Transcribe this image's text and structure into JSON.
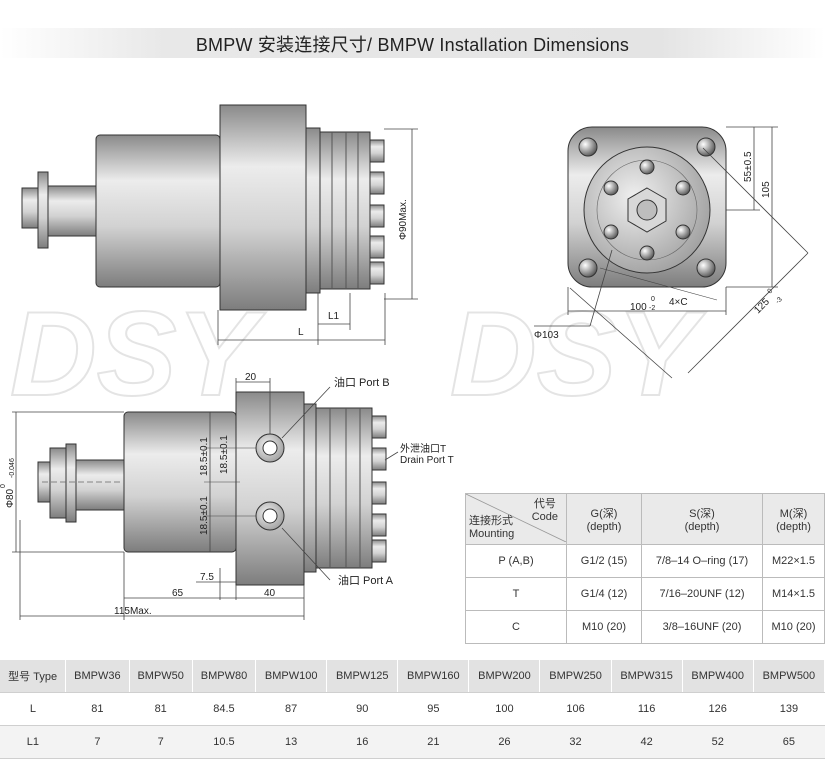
{
  "title": "BMPW 安装连接尺寸/ BMPW Installation Dimensions",
  "watermark": "DSY",
  "side_view": {
    "diameter": "Φ90Max.",
    "L": "L",
    "L1": "L1"
  },
  "front_view": {
    "dim_55": "55±0.5",
    "dim_105": "105",
    "dim_100": "100",
    "dim_100_tol_up": "0",
    "dim_100_tol_dn": "-2",
    "holes": "4×C",
    "dim_125": "125",
    "dim_125_tol_up": "0",
    "dim_125_tol_dn": "-3",
    "circle": "Φ103"
  },
  "section_view": {
    "dim_20": "20",
    "port_b": "油口 Port B",
    "drain_cn": "外泄油口T",
    "drain_en": "Drain Port T",
    "port_a": "油口 Port A",
    "dia_80": "Φ80",
    "dia_80_tol_up": "0",
    "dia_80_tol_dn": "-0.046",
    "d1": "18.5±0.1",
    "d2": "18.5±0.1",
    "d3": "18.5±0.1",
    "dim_7_5": "7.5",
    "dim_65": "65",
    "dim_40": "40",
    "dim_115": "115Max."
  },
  "code_table": {
    "code_cn": "代号",
    "code_en": "Code",
    "mount_cn": "连接形式",
    "mount_en": "Mounting",
    "col_g": "G(深)",
    "col_g2": "(depth)",
    "col_s": "S(深)",
    "col_s2": "(depth)",
    "col_m": "M(深)",
    "col_m2": "(depth)",
    "rows": [
      {
        "mount": "P (A,B)",
        "g": "G1/2 (15)",
        "s": "7/8–14 O–ring (17)",
        "m": "M22×1.5"
      },
      {
        "mount": "T",
        "g": "G1/4 (12)",
        "s": "7/16–20UNF (12)",
        "m": "M14×1.5"
      },
      {
        "mount": "C",
        "g": "M10 (20)",
        "s": "3/8–16UNF (20)",
        "m": "M10 (20)"
      }
    ]
  },
  "spec_table": {
    "header": [
      "型号 Type",
      "BMPW36",
      "BMPW50",
      "BMPW80",
      "BMPW100",
      "BMPW125",
      "BMPW160",
      "BMPW200",
      "BMPW250",
      "BMPW315",
      "BMPW400",
      "BMPW500"
    ],
    "row_L": [
      "L",
      "81",
      "81",
      "84.5",
      "87",
      "90",
      "95",
      "100",
      "106",
      "116",
      "126",
      "139"
    ],
    "row_L1": [
      "L1",
      "7",
      "7",
      "10.5",
      "13",
      "16",
      "21",
      "26",
      "32",
      "42",
      "52",
      "65"
    ]
  }
}
